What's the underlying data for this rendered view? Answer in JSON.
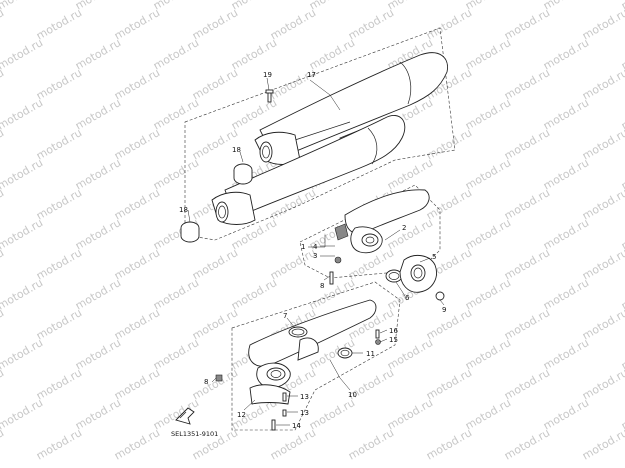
{
  "watermark": "motod.ru",
  "diagram_code": "SEL1351-9101",
  "callouts": {
    "c1": "1",
    "c2": "2",
    "c3": "3",
    "c4": "4",
    "c5": "5",
    "c6": "6",
    "c7": "7",
    "c8": "8",
    "c9": "9",
    "c10": "10",
    "c11": "11",
    "c12": "12",
    "c13a": "13",
    "c13b": "13",
    "c14": "14",
    "c15": "15",
    "c16": "16",
    "c17": "17",
    "c18a": "18",
    "c18b": "18",
    "c19": "19"
  }
}
